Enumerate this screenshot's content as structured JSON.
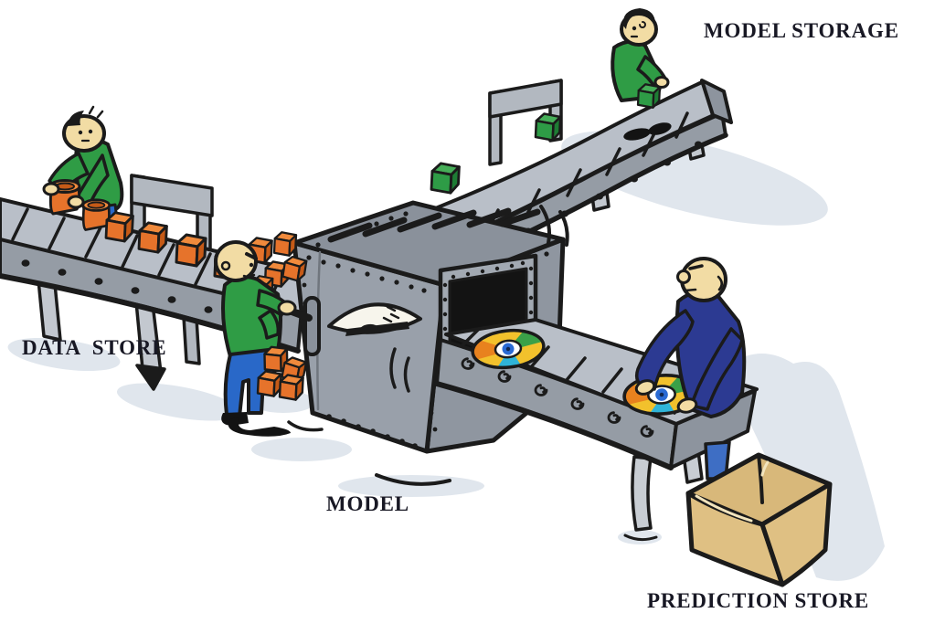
{
  "labels": {
    "data_store": "DATA  STORE",
    "model": "MODEL",
    "model_storage": "MODEL STORAGE",
    "prediction_store": "PREDICTION STORE"
  },
  "palette": {
    "background": "#ffffff",
    "outline": "#1b1b1b",
    "label_text": "#181824",
    "conveyor_top": "#b9bfc8",
    "conveyor_side": "#959ca5",
    "machine_front": "#99a0aa",
    "machine_top": "#8a919b",
    "machine_right": "#8f96a0",
    "machine_opening": "#131313",
    "gauge_face": "#f7f5ec",
    "data_cube_orange": "#e6732b",
    "model_cube_green": "#2e9c46",
    "worker_shirt_green": "#2f9c45",
    "worker_shirt_navy": "#2c3a92",
    "worker_pants_blue": "#2968c8",
    "skin": "#f2dca4",
    "cd_yellow": "#f2c12c",
    "cd_orange": "#e8821e",
    "cd_green": "#3aa048",
    "cd_cyan": "#2fb4d8",
    "cd_hub_blue": "#2a6ad4",
    "cardboard_box": "#dfc083",
    "soft_shadow": "#e0e6ed"
  },
  "scene": {
    "elements": [
      "data-store-conveyor",
      "data-store-worker",
      "data-cubes",
      "model-machine",
      "machine-gauge",
      "machine-door-handle",
      "machine-opening",
      "model-storage-conveyor",
      "model-cubes",
      "model-storage-worker",
      "prediction-conveyor",
      "prediction-discs",
      "prediction-worker",
      "prediction-box"
    ]
  }
}
